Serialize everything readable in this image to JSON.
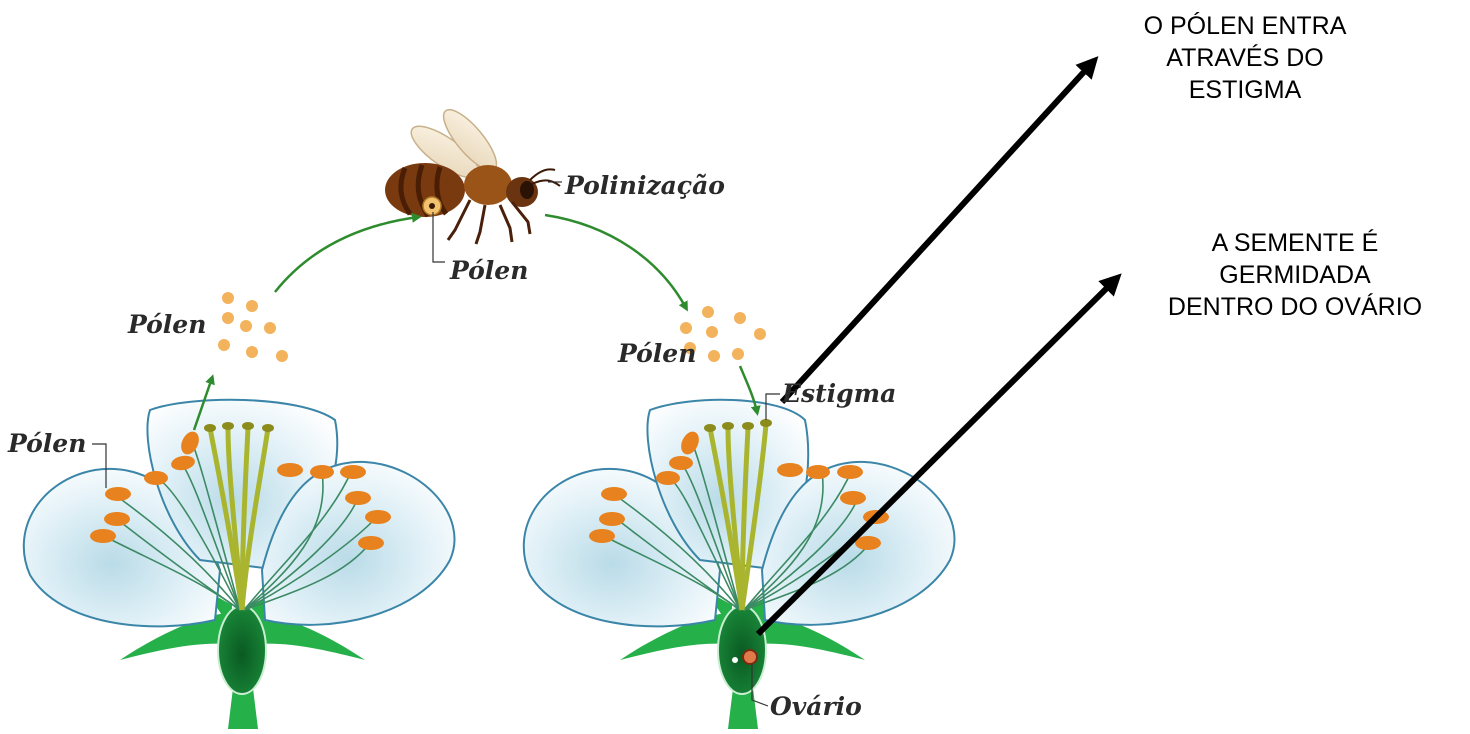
{
  "labels": {
    "polinizacao": "Polinização",
    "polen_bee": "Pólen",
    "polen_left_cloud": "Pólen",
    "polen_left_flower": "Pólen",
    "polen_right_cloud": "Pólen",
    "estigma": "Estigma",
    "ovario": "Ovário"
  },
  "notes": {
    "top": [
      "O PÓLEN ENTRA",
      "ATRAVÉS DO",
      "ESTIGMA"
    ],
    "middle": [
      "A SEMENTE É",
      "GERMIDADA",
      "DENTRO DO OVÁRIO"
    ]
  },
  "colors": {
    "petal_fill": "#eaf6fb",
    "petal_edge": "#3b86a8",
    "stem": "#26b04a",
    "ovary": "#0f6b2a",
    "anther": "#e8821e",
    "pollen": "#f3b35c",
    "arrow_green": "#2e8b2e",
    "bee_body": "#8a4514",
    "annotation_arrow": "#000000"
  }
}
